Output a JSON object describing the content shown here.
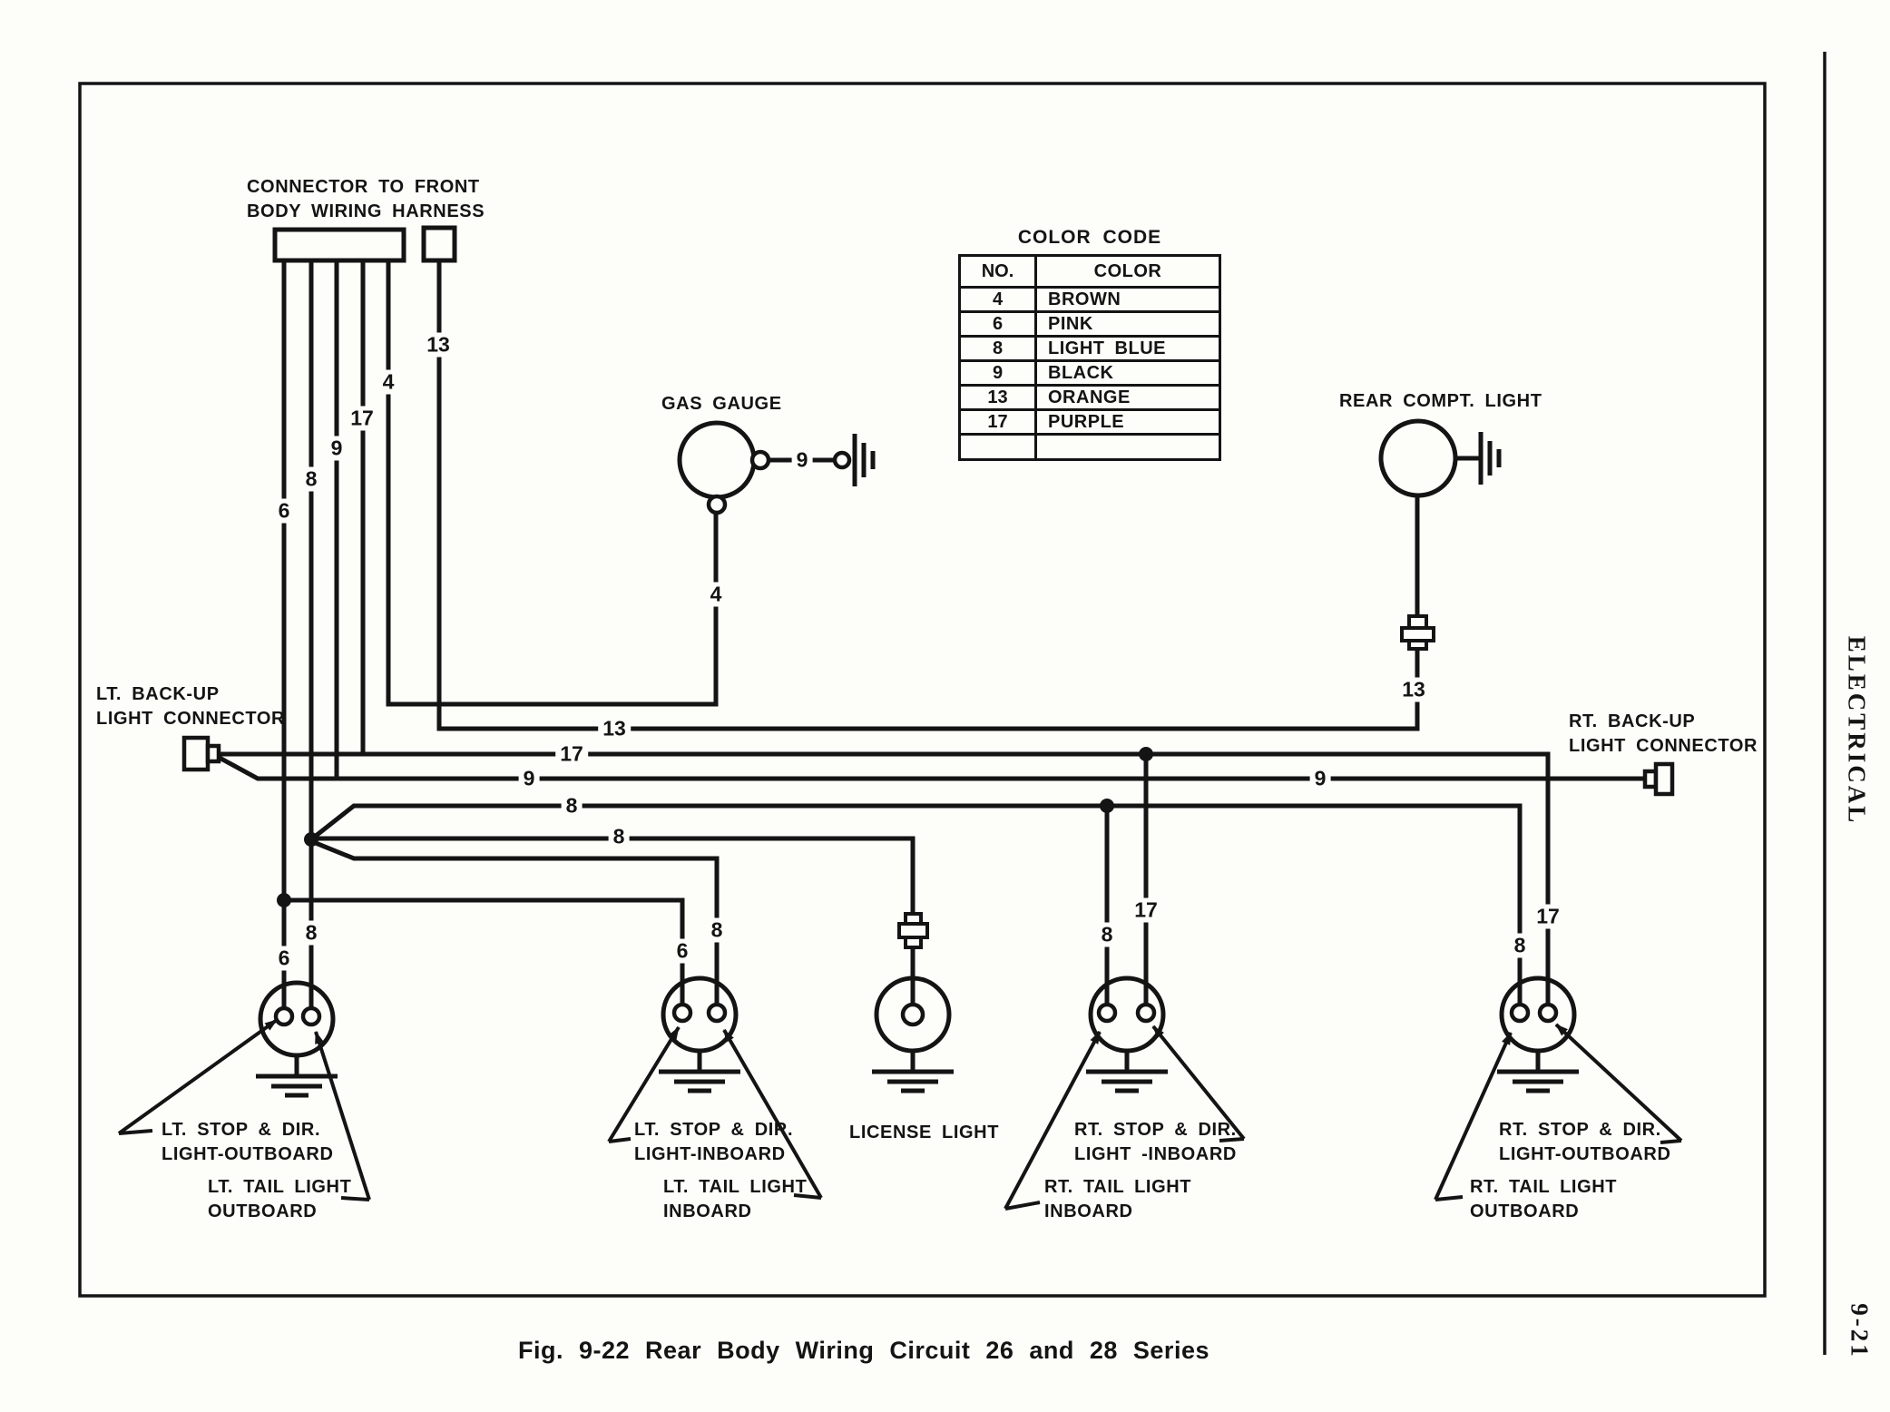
{
  "page": {
    "caption": "Fig. 9-22 Rear Body Wiring Circuit 26 and 28 Series",
    "side_title": "ELECTRICAL",
    "page_number": "9-21"
  },
  "wires": {
    "w4": "4",
    "w6": "6",
    "w8": "8",
    "w9": "9",
    "w13": "13",
    "w17": "17"
  },
  "color_code": {
    "title": "COLOR CODE",
    "headers": [
      "NO.",
      "COLOR"
    ],
    "rows": [
      [
        "4",
        "BROWN"
      ],
      [
        "6",
        "PINK"
      ],
      [
        "8",
        "LIGHT BLUE"
      ],
      [
        "9",
        "BLACK"
      ],
      [
        "13",
        "ORANGE"
      ],
      [
        "17",
        "PURPLE"
      ]
    ]
  },
  "labels": {
    "front_connector_1": "CONNECTOR TO FRONT",
    "front_connector_2": "BODY WIRING HARNESS",
    "gas_gauge": "GAS GAUGE",
    "rear_compt_light": "REAR COMPT. LIGHT",
    "lt_backup_1": "LT. BACK-UP",
    "lt_backup_2": "LIGHT CONNECTOR",
    "rt_backup_1": "RT. BACK-UP",
    "rt_backup_2": "LIGHT CONNECTOR",
    "license_light": "LICENSE LIGHT",
    "lt_out_stop_1": "LT. STOP & DIR.",
    "lt_out_stop_2": "LIGHT-OUTBOARD",
    "lt_out_tail_1": "LT. TAIL LIGHT",
    "lt_out_tail_2": "OUTBOARD",
    "lt_in_stop_1": "LT. STOP & DIR.",
    "lt_in_stop_2": "LIGHT-INBOARD",
    "lt_in_tail_1": "LT. TAIL LIGHT",
    "lt_in_tail_2": "INBOARD",
    "rt_in_stop_1": "RT. STOP & DIR.",
    "rt_in_stop_2": "LIGHT -INBOARD",
    "rt_in_tail_1": "RT. TAIL LIGHT",
    "rt_in_tail_2": "INBOARD",
    "rt_out_stop_1": "RT. STOP & DIR.",
    "rt_out_stop_2": "LIGHT-OUTBOARD",
    "rt_out_tail_1": "RT. TAIL LIGHT",
    "rt_out_tail_2": "OUTBOARD"
  },
  "colors": {
    "ink": "#141414",
    "paper": "#fdfdfa"
  }
}
